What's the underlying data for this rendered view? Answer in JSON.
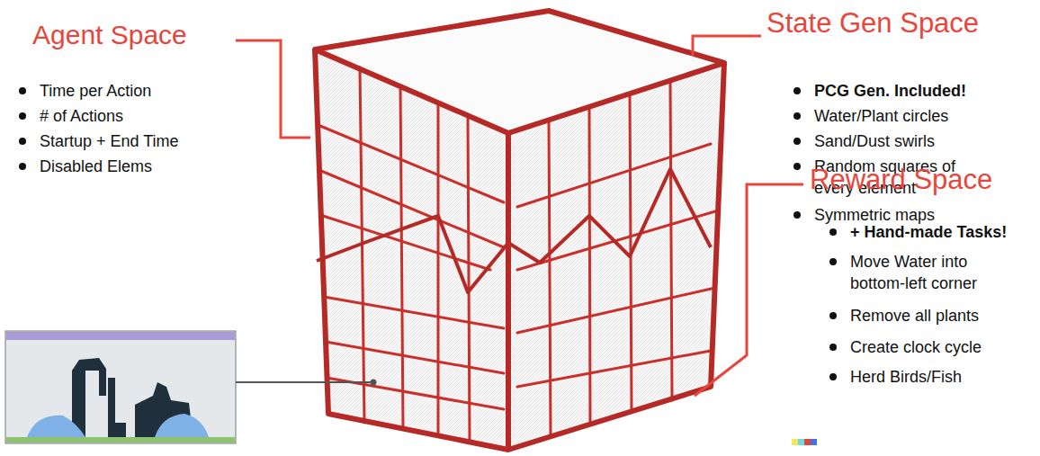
{
  "diagram": {
    "labels": [
      "Agent Space",
      "Time per Action",
      "# of Actions",
      "Startup + End Time",
      "Disabled Elems",
      "State Gen Space",
      "PCG Gen. Included!",
      "Water/Plant circles",
      "Sand/Dust swirls",
      "Random squares of every element",
      "Symmetric maps",
      "Reward Space",
      "+ Hand-made Tasks!",
      "Move Water into bottom-left corner",
      "Remove all plants",
      "Create clock cycle",
      "Herd Birds/Fish"
    ]
  }
}
